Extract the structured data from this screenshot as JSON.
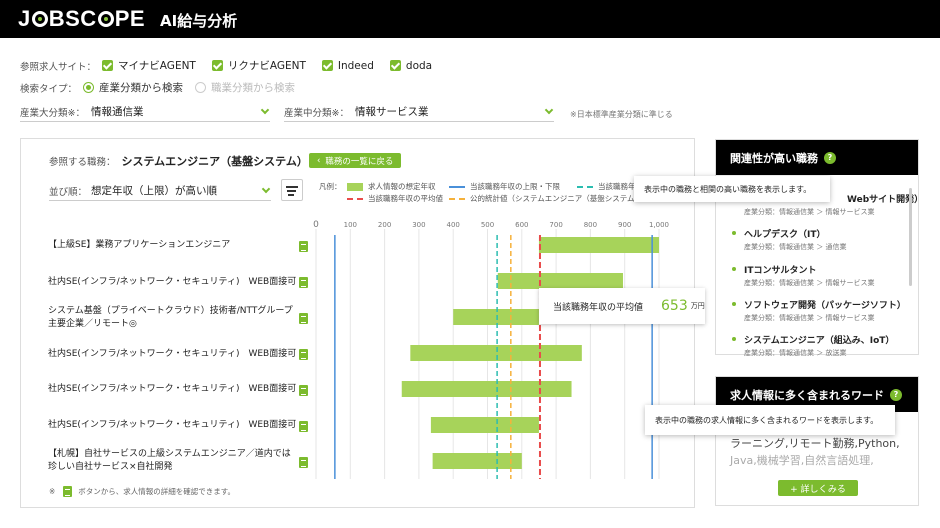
{
  "app": {
    "logo": "JOBSCOPE",
    "title": "AI給与分析"
  },
  "filters": {
    "sites_label": "参照求人サイト：",
    "sites": [
      "マイナビAGENT",
      "リクナビAGENT",
      "Indeed",
      "doda"
    ],
    "search_type_label": "検索タイプ：",
    "search_types": [
      "産業分類から検索",
      "職業分類から検索"
    ],
    "industry_major_label": "産業大分類※：",
    "industry_major_value": "情報通信業",
    "industry_mid_label": "産業中分類※：",
    "industry_mid_value": "情報サービス業",
    "note": "※日本標準産業分類に準じる"
  },
  "main": {
    "ref_label": "参照する職務：",
    "ref_value": "システムエンジニア（基盤システム）",
    "back_button": "職務の一覧に戻る",
    "sort_label": "並び順：",
    "sort_value": "想定年収（上限）が高い順",
    "legend_title": "凡例：",
    "legend": {
      "bar": "求人情報の想定年収",
      "range": "当該職務年収の上限・下限",
      "stat_cut": "当該職務年収",
      "avg": "当該職務年収の平均値",
      "public": "公的統計値（システムエンジニア（基盤システム"
    },
    "avg_tooltip_label": "当該職務年収の平均値",
    "avg_tooltip_value": "653",
    "avg_tooltip_unit": "万円",
    "footer_note": "ボタンから、求人情報の詳細を確認できます。",
    "footer_mark": "※"
  },
  "chart_data": {
    "type": "bar",
    "subtype": "range",
    "x_ticks": [
      "0",
      "100",
      "200",
      "300",
      "400",
      "500",
      "600",
      "700",
      "800",
      "900",
      "1,000"
    ],
    "xlim": [
      0,
      1050
    ],
    "categories": [
      "【上級SE】業務アプリケーションエンジニア",
      "社内SE(インフラ/ネットワーク・セキュリティ)　WEB面接可",
      "システム基盤（プライベートクラウド）技術者/NTTグループ主要企業／リモート◎",
      "社内SE(インフラ/ネットワーク・セキュリティ)　WEB面接可",
      "社内SE(インフラ/ネットワーク・セキュリティ)　WEB面接可",
      "社内SE(インフラ/ネットワーク・セキュリティ)　WEB面接可",
      "【札幌】自社サービスの上級システムエンジニア／道内では珍しい自社サービス×自社開発"
    ],
    "ranges": [
      [
        650,
        1000
      ],
      [
        530,
        895
      ],
      [
        400,
        650
      ],
      [
        275,
        775
      ],
      [
        250,
        745
      ],
      [
        335,
        650
      ],
      [
        340,
        600
      ]
    ],
    "reference_lines": {
      "range_lower": 55,
      "range_upper": 980,
      "stat_dashed": 528,
      "public_dashed": 568,
      "average": 653
    },
    "colors": {
      "bar": "#a7d35a",
      "range": "#4a90d9",
      "stat": "#2bbdb0",
      "public": "#f5b13b",
      "avg": "#e94b4b"
    }
  },
  "related": {
    "title": "関連性が高い職務",
    "help": "?",
    "tooltip": "表示中の職務と相関の高い職務を表示します。",
    "items": [
      {
        "title": "Webサイト開発）",
        "sub": "産業分類：情報通信業 ＞ 情報サービス業"
      },
      {
        "title": "ヘルプデスク（IT）",
        "sub": "産業分類：情報通信業 ＞ 通信業"
      },
      {
        "title": "ITコンサルタント",
        "sub": "産業分類：情報通信業 ＞ 情報サービス業"
      },
      {
        "title": "ソフトウェア開発（パッケージソフト）",
        "sub": "産業分類：情報通信業 ＞ 情報サービス業"
      },
      {
        "title": "システムエンジニア（組込み、IoT）",
        "sub": "産業分類：情報通信業 ＞ 放送業"
      }
    ]
  },
  "words": {
    "title": "求人情報に多く含まれるワード",
    "help": "?",
    "tooltip": "表示中の職務の求人情報に多く含まれるワードを表示します。",
    "line1": "ラーニング,リモート勤務,Python,",
    "line2": "Java,機械学習,自然言語処理,",
    "more_button": "+ 詳しくみる"
  }
}
